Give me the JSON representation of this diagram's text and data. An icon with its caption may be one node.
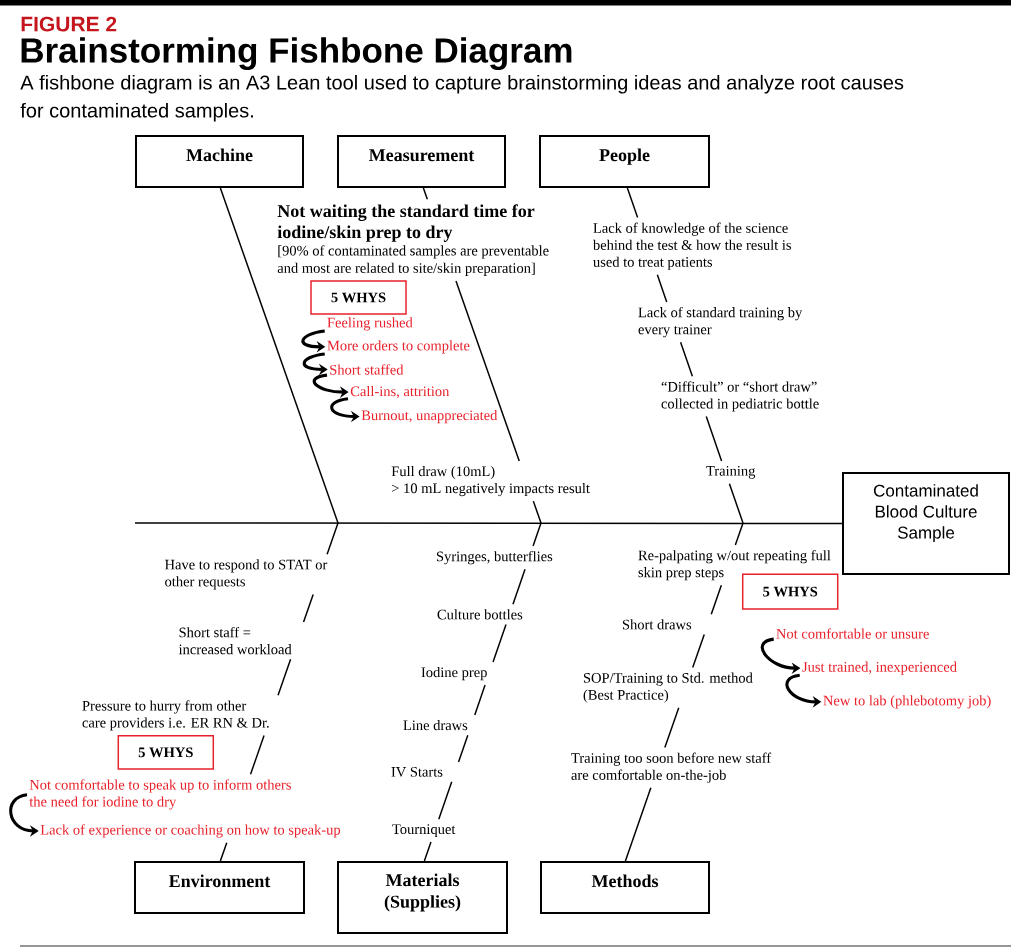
{
  "diagram": {
    "title": "Brainstorming Fishbone Diagram",
    "caption": "A fishbone diagram is an A3 Lean tool used to capture brainstorming ideas and analyze root causes for contaminated samples.",
    "nodes": [
      {
        "text": [
          "Machine"
        ]
      },
      {
        "text": [
          "Measurement"
        ]
      },
      {
        "text": [
          "People"
        ]
      },
      {
        "text": [
          "Not waiting the standard time for iodine/skin prep to dry",
          "[90% of contaminated samples are preventable and most are related to site/skin preparation]"
        ]
      },
      {
        "text": [
          "Lack of knowledge of the science behind the test & how the result is used to treat patients"
        ]
      },
      {
        "text": [
          "5 WHYS"
        ]
      },
      {
        "text": [
          "Feeling rushed"
        ]
      },
      {
        "text": [
          "More orders to complete"
        ]
      },
      {
        "text": [
          "Lack of standard training by every trainer"
        ]
      },
      {
        "text": [
          "Short staffed"
        ]
      },
      {
        "text": [
          "Call-ins, attrition"
        ]
      },
      {
        "text": [
          "“Difficult” or “short draw” collected in pediatric bottle"
        ]
      },
      {
        "text": [
          "Burnout, unappreciated"
        ]
      },
      {
        "text": [
          "Training"
        ]
      },
      {
        "text": [
          "Full draw (10mL)",
          "> 10 mL negatively impacts result"
        ]
      },
      {
        "text": [
          "Contaminated Blood Culture Sample"
        ]
      },
      {
        "text": [
          "Syringes, butterflies"
        ]
      },
      {
        "text": [
          "Have to respond to STAT or other requests"
        ]
      },
      {
        "text": [
          "Re-palpating w/out repeating full skin prep steps"
        ]
      },
      {
        "text": [
          "5 WHYS"
        ]
      },
      {
        "text": [
          "Culture bottles"
        ]
      },
      {
        "text": [
          "Short draws"
        ]
      },
      {
        "text": [
          "Not comfortable or unsure"
        ]
      },
      {
        "text": [
          "Short staff = increased workload"
        ]
      },
      {
        "text": [
          "Just trained, inexperienced"
        ]
      },
      {
        "text": [
          "Iodine prep"
        ]
      },
      {
        "text": [
          "SOP/Training to Std. method (Best Practice)"
        ]
      },
      {
        "text": [
          "New to lab (phlebotomy job)"
        ]
      },
      {
        "text": [
          "Pressure to hurry from other care providers i.e. ER RN & Dr."
        ]
      },
      {
        "text": [
          "Line draws"
        ]
      },
      {
        "text": [
          "5 WHYS"
        ]
      },
      {
        "text": [
          "Training too soon before new staff are comfortable on-the-job"
        ]
      },
      {
        "text": [
          "IV Starts"
        ]
      },
      {
        "text": [
          "Not comfortable to speak up to inform others the need for iodine to dry"
        ]
      },
      {
        "text": [
          "Lack of experience or coaching on how to speak-up"
        ]
      },
      {
        "text": [
          "Tourniquet"
        ]
      },
      {
        "text": [
          "Environment"
        ]
      },
      {
        "text": [
          "Materials (Supplies)"
        ]
      },
      {
        "text": [
          "Methods"
        ]
      }
    ],
    "edges": [
      {
        "from": 0,
        "to": null,
        "arrow": "none"
      },
      {
        "from": 1,
        "to": 3,
        "arrow": "none"
      },
      {
        "from": 3,
        "to": 14,
        "arrow": "none"
      },
      {
        "from": 14,
        "to": null,
        "arrow": "none"
      },
      {
        "from": 2,
        "to": 4,
        "arrow": "none"
      },
      {
        "from": 4,
        "to": 8,
        "arrow": "none"
      },
      {
        "from": 8,
        "to": 11,
        "arrow": "none"
      },
      {
        "from": 11,
        "to": 13,
        "arrow": "none"
      },
      {
        "from": 13,
        "to": null,
        "arrow": "none"
      },
      {
        "from": null,
        "to": 15,
        "arrow": "none"
      },
      {
        "from": 36,
        "to": 34,
        "arrow": "none"
      },
      {
        "from": 33,
        "to": 28,
        "arrow": "none"
      },
      {
        "from": 28,
        "to": 23,
        "arrow": "none"
      },
      {
        "from": 23,
        "to": 17,
        "arrow": "none"
      },
      {
        "from": 17,
        "to": null,
        "arrow": "none"
      },
      {
        "from": 37,
        "to": 35,
        "arrow": "none"
      },
      {
        "from": 35,
        "to": 32,
        "arrow": "none"
      },
      {
        "from": 32,
        "to": 29,
        "arrow": "none"
      },
      {
        "from": 29,
        "to": 25,
        "arrow": "none"
      },
      {
        "from": 25,
        "to": 20,
        "arrow": "none"
      },
      {
        "from": 20,
        "to": 16,
        "arrow": "none"
      },
      {
        "from": 16,
        "to": null,
        "arrow": "none"
      },
      {
        "from": 38,
        "to": 31,
        "arrow": "none"
      },
      {
        "from": 31,
        "to": 26,
        "arrow": "none"
      },
      {
        "from": 26,
        "to": 21,
        "arrow": "none"
      },
      {
        "from": 21,
        "to": 18,
        "arrow": "none"
      },
      {
        "from": 18,
        "to": null,
        "arrow": "none"
      },
      {
        "from": 6,
        "to": 7,
        "arrow": "to",
        "style": "thick"
      },
      {
        "from": 7,
        "to": 9,
        "arrow": "to",
        "style": "thick"
      },
      {
        "from": 9,
        "to": 10,
        "arrow": "to",
        "style": "thick"
      },
      {
        "from": 10,
        "to": 12,
        "arrow": "to",
        "style": "thick"
      },
      {
        "from": 22,
        "to": 24,
        "arrow": "to",
        "style": "thick"
      },
      {
        "from": 24,
        "to": 27,
        "arrow": "to",
        "style": "thick"
      },
      {
        "from": 33,
        "to": 34,
        "arrow": "to",
        "style": "thick"
      }
    ],
    "labels": [
      "FIGURE 2"
    ]
  }
}
